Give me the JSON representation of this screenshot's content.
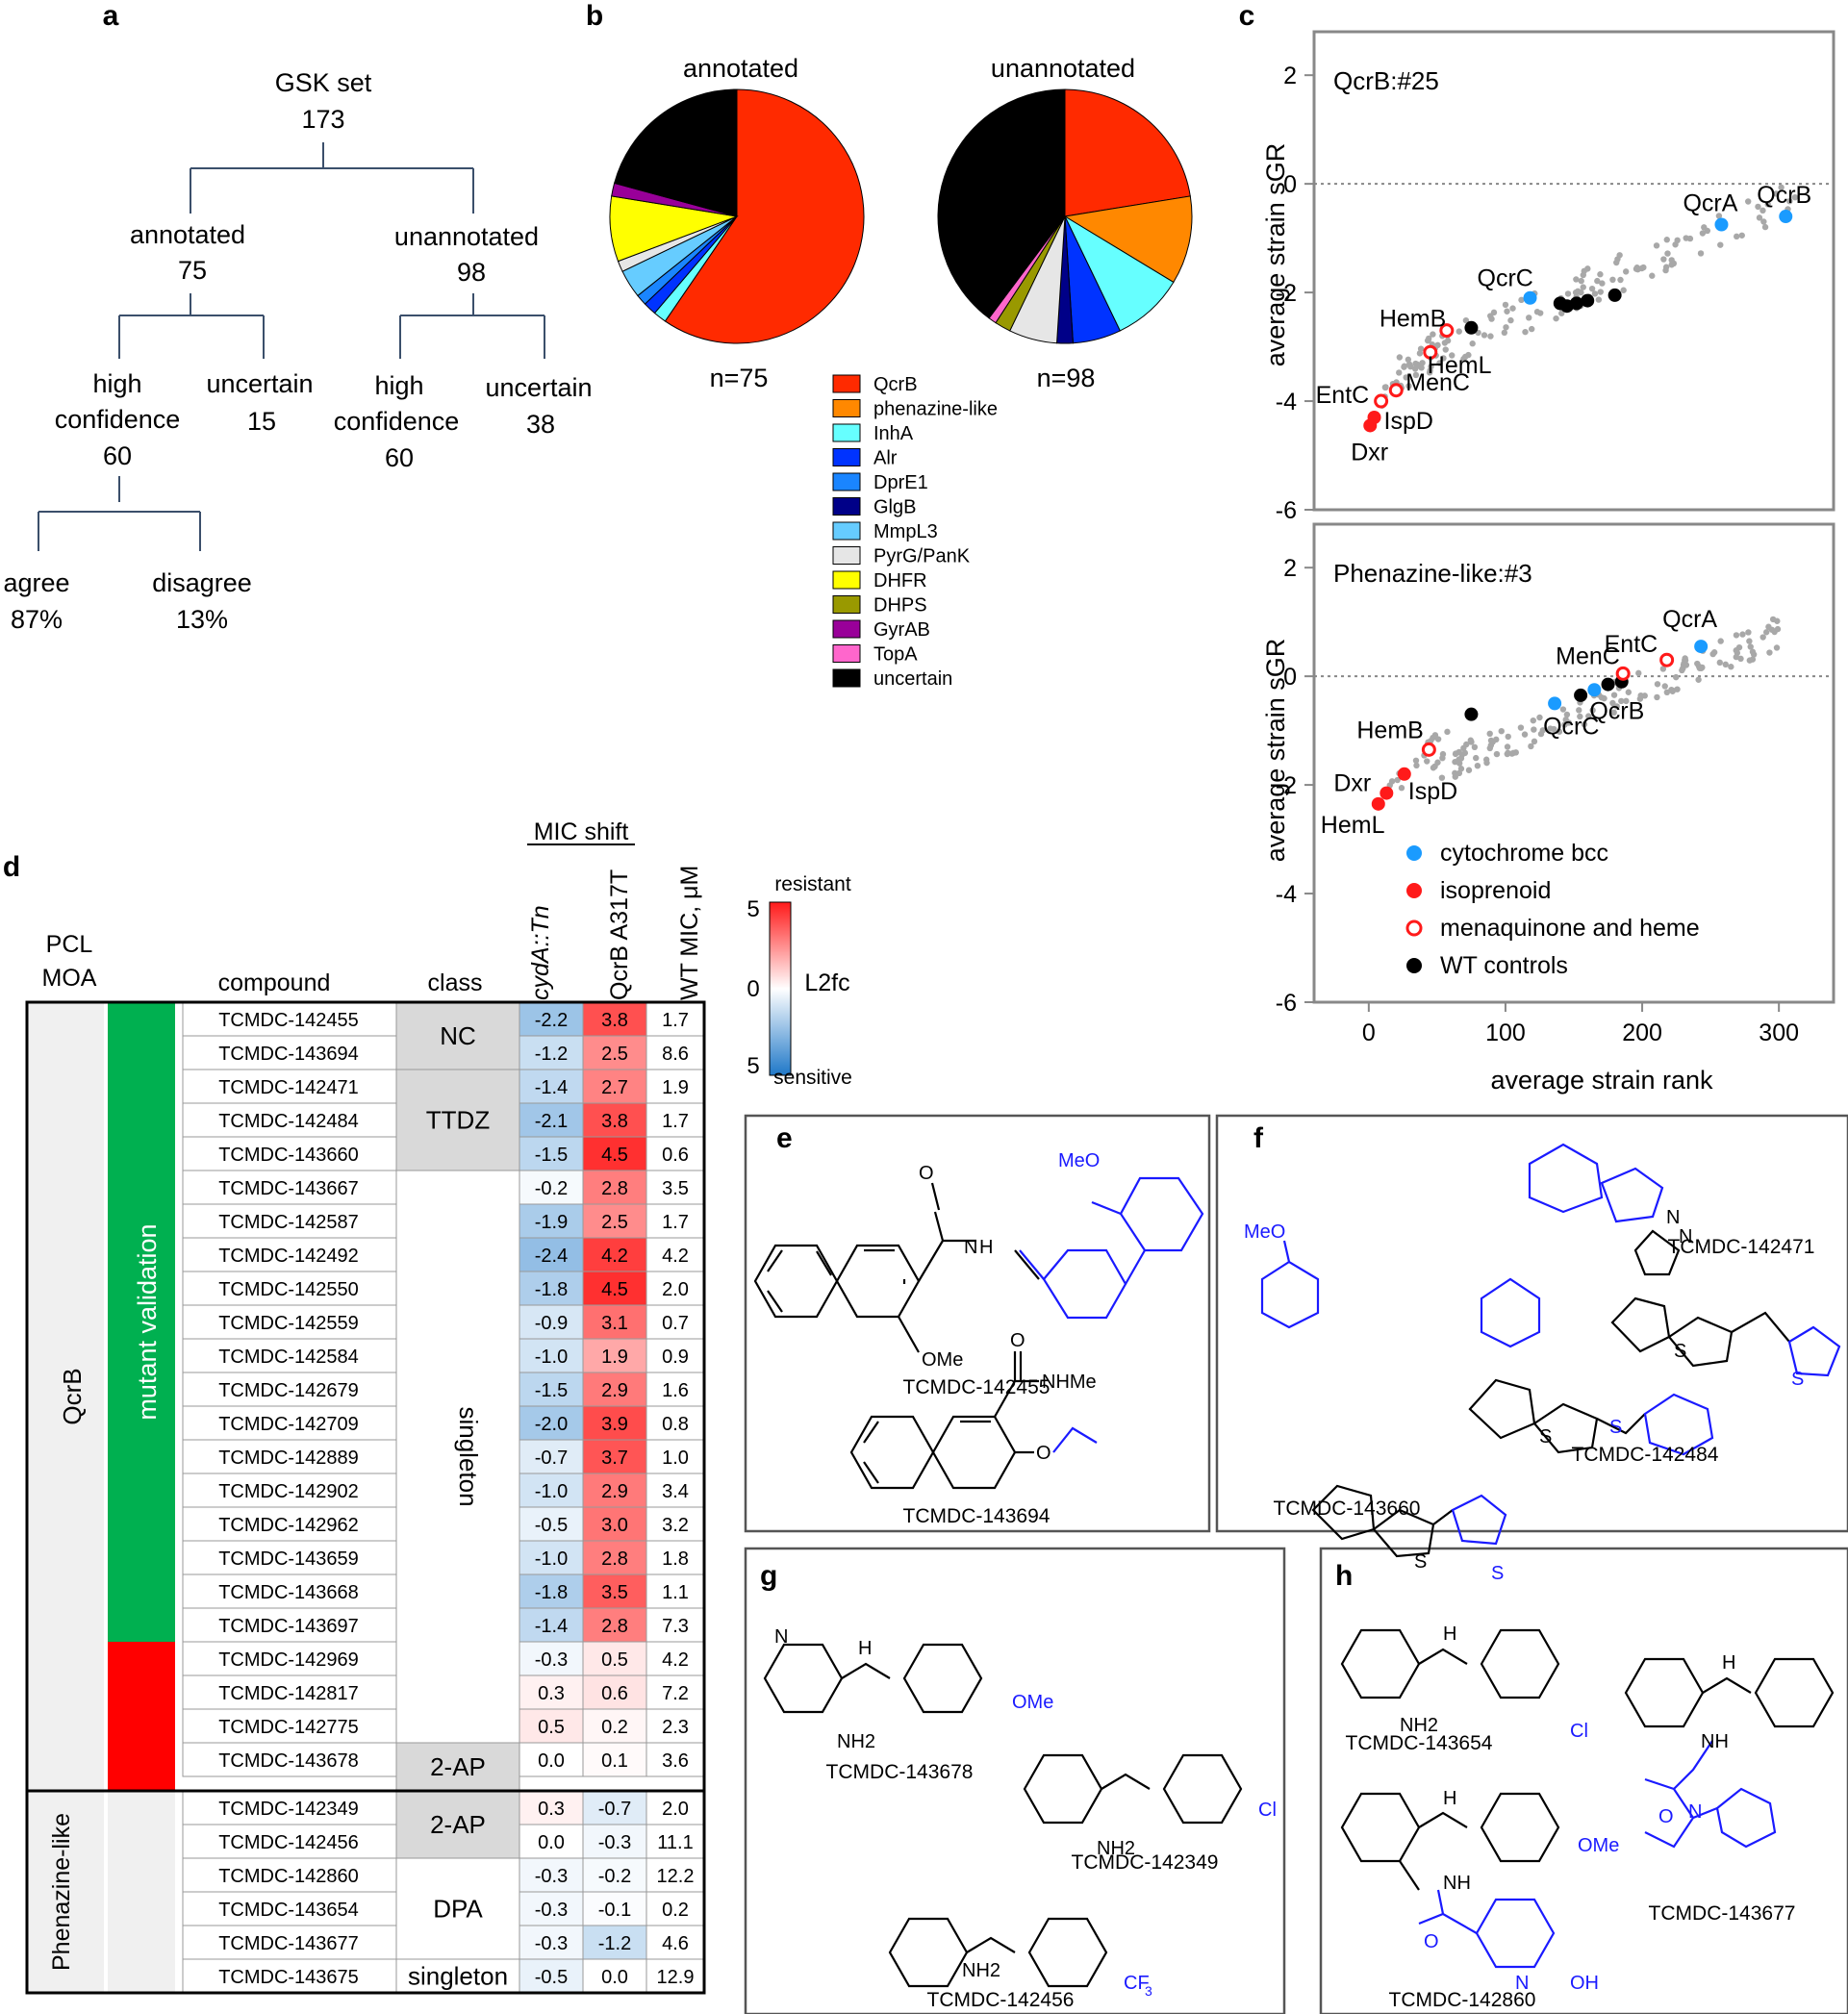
{
  "panel_letters": {
    "a": "a",
    "b": "b",
    "c": "c",
    "d": "d",
    "e": "e",
    "f": "f",
    "g": "g",
    "h": "h"
  },
  "tree": {
    "root": {
      "label": "GSK set",
      "count": "173"
    },
    "annotated": {
      "label": "annotated",
      "count": "75"
    },
    "unannotated": {
      "label": "unannotated",
      "count": "98"
    },
    "ann_high": {
      "l1": "high",
      "l2": "confidence",
      "count": "60"
    },
    "ann_uncertain": {
      "label": "uncertain",
      "count": "15"
    },
    "un_high": {
      "l1": "high",
      "l2": "confidence",
      "count": "60"
    },
    "un_uncertain": {
      "label": "uncertain",
      "count": "38"
    },
    "agree": {
      "label": "agree",
      "value": "87%"
    },
    "disagree": {
      "label": "disagree",
      "value": "13%"
    }
  },
  "pies": {
    "annotated": {
      "title": "annotated",
      "n": "n=75",
      "slices": [
        {
          "name": "QcrB",
          "value": 43,
          "color": "#ff2a00"
        },
        {
          "name": "InhA",
          "value": 1.2,
          "color": "#66ffff"
        },
        {
          "name": "Alr",
          "value": 1.2,
          "color": "#0033ff"
        },
        {
          "name": "DprE1",
          "value": 1.0,
          "color": "#1a85ff"
        },
        {
          "name": "MmpL3",
          "value": 2.6,
          "color": "#66ccff"
        },
        {
          "name": "PyrG/PanK",
          "value": 1.0,
          "color": "#e6e6e6"
        },
        {
          "name": "DHFR",
          "value": 6.0,
          "color": "#ffff00"
        },
        {
          "name": "GyrAB",
          "value": 1.2,
          "color": "#990099"
        },
        {
          "name": "uncertain",
          "value": 15.0,
          "color": "#000000"
        }
      ]
    },
    "unannotated": {
      "title": "unannotated",
      "n": "n=98",
      "slices": [
        {
          "name": "QcrB",
          "value": 22,
          "color": "#ff2a00"
        },
        {
          "name": "phenazine-like",
          "value": 11,
          "color": "#ff8800"
        },
        {
          "name": "InhA",
          "value": 9,
          "color": "#66ffff"
        },
        {
          "name": "Alr",
          "value": 6,
          "color": "#0033ff"
        },
        {
          "name": "GlgB",
          "value": 2,
          "color": "#000088"
        },
        {
          "name": "PyrG/PanK",
          "value": 6,
          "color": "#e6e6e6"
        },
        {
          "name": "DHPS",
          "value": 2,
          "color": "#999900"
        },
        {
          "name": "TopA",
          "value": 1,
          "color": "#ff66cc"
        },
        {
          "name": "uncertain",
          "value": 39,
          "color": "#000000"
        }
      ]
    }
  },
  "legend_b": [
    {
      "name": "QcrB",
      "color": "#ff2a00"
    },
    {
      "name": "phenazine-like",
      "color": "#ff8800"
    },
    {
      "name": "InhA",
      "color": "#66ffff"
    },
    {
      "name": "Alr",
      "color": "#0033ff"
    },
    {
      "name": "DprE1",
      "color": "#1a85ff"
    },
    {
      "name": "GlgB",
      "color": "#000088"
    },
    {
      "name": "MmpL3",
      "color": "#66ccff"
    },
    {
      "name": "PyrG/PanK",
      "color": "#e6e6e6"
    },
    {
      "name": "DHFR",
      "color": "#ffff00"
    },
    {
      "name": "DHPS",
      "color": "#999900"
    },
    {
      "name": "GyrAB",
      "color": "#990099"
    },
    {
      "name": "TopA",
      "color": "#ff66cc"
    },
    {
      "name": "uncertain",
      "color": "#000000"
    }
  ],
  "chart_data": [
    {
      "type": "scatter",
      "title": "QcrB:#25",
      "xlabel": "average strain rank",
      "ylabel": "average strain sGR",
      "xlim": [
        -40,
        340
      ],
      "ylim": [
        -6,
        2.8
      ],
      "xticks": [
        "0",
        "100",
        "200",
        "300"
      ],
      "yticks": [
        "2",
        "0",
        "-2",
        "-4",
        "-6"
      ],
      "reference_line_y": 0,
      "points": [
        {
          "label": "QcrB",
          "x": 305,
          "y": -0.6,
          "group": "cytochrome bcc"
        },
        {
          "label": "QcrA",
          "x": 258,
          "y": -0.75,
          "group": "cytochrome bcc"
        },
        {
          "label": "QcrC",
          "x": 118,
          "y": -2.1,
          "group": "cytochrome bcc"
        },
        {
          "label": "HemB",
          "x": 57,
          "y": -2.7,
          "group": "menaquinone and heme"
        },
        {
          "label": "HemL",
          "x": 45,
          "y": -3.1,
          "group": "menaquinone and heme"
        },
        {
          "label": "MenC",
          "x": 20,
          "y": -3.8,
          "group": "menaquinone and heme"
        },
        {
          "label": "EntC",
          "x": 9,
          "y": -4.0,
          "group": "menaquinone and heme"
        },
        {
          "label": "IspD",
          "x": 4,
          "y": -4.3,
          "group": "isoprenoid"
        },
        {
          "label": "Dxr",
          "x": 1,
          "y": -4.45,
          "group": "isoprenoid"
        }
      ]
    },
    {
      "type": "scatter",
      "title": "Phenazine-like:#3",
      "xlabel": "average strain rank",
      "ylabel": "average strain sGR",
      "xlim": [
        -40,
        340
      ],
      "ylim": [
        -6,
        2.8
      ],
      "xticks": [
        "0",
        "100",
        "200",
        "300"
      ],
      "yticks": [
        "2",
        "0",
        "-2",
        "-4",
        "-6"
      ],
      "reference_line_y": 0,
      "points": [
        {
          "label": "QcrA",
          "x": 243,
          "y": 0.55,
          "group": "cytochrome bcc"
        },
        {
          "label": "QcrB",
          "x": 165,
          "y": -0.25,
          "group": "cytochrome bcc"
        },
        {
          "label": "QcrC",
          "x": 136,
          "y": -0.5,
          "group": "cytochrome bcc"
        },
        {
          "label": "EntC",
          "x": 218,
          "y": 0.3,
          "group": "menaquinone and heme"
        },
        {
          "label": "MenC",
          "x": 186,
          "y": 0.05,
          "group": "menaquinone and heme"
        },
        {
          "label": "HemB",
          "x": 44,
          "y": -1.35,
          "group": "menaquinone and heme"
        },
        {
          "label": "IspD",
          "x": 26,
          "y": -1.8,
          "group": "isoprenoid"
        },
        {
          "label": "Dxr",
          "x": 13,
          "y": -2.15,
          "group": "isoprenoid"
        },
        {
          "label": "HemL",
          "x": 7,
          "y": -2.35,
          "group": "isoprenoid"
        }
      ]
    }
  ],
  "scatter_legend": [
    {
      "label": "cytochrome bcc",
      "style": "blue"
    },
    {
      "label": "isoprenoid",
      "style": "red"
    },
    {
      "label": "menaquinone and heme",
      "style": "ring"
    },
    {
      "label": "WT controls",
      "style": "black"
    }
  ],
  "table": {
    "header_pcl": "PCL",
    "header_moa": "MOA",
    "header_compound": "compound",
    "header_class": "class",
    "mic_shift": "MIC shift",
    "col_cyd": "cydA::Tn",
    "col_qcrb": "QcrB A317T",
    "col_wt": "WT MIC, μM",
    "group_qcrb": "QcrB",
    "group_phen": "Phenazine-like",
    "mutant_validation": "mutant validation",
    "rows": [
      [
        "TCMDC-142455",
        "-2.2",
        "3.8",
        "1.7"
      ],
      [
        "TCMDC-143694",
        "-1.2",
        "2.5",
        "8.6"
      ],
      [
        "TCMDC-142471",
        "-1.4",
        "2.7",
        "1.9"
      ],
      [
        "TCMDC-142484",
        "-2.1",
        "3.8",
        "1.7"
      ],
      [
        "TCMDC-143660",
        "-1.5",
        "4.5",
        "0.6"
      ],
      [
        "TCMDC-143667",
        "-0.2",
        "2.8",
        "3.5"
      ],
      [
        "TCMDC-142587",
        "-1.9",
        "2.5",
        "1.7"
      ],
      [
        "TCMDC-142492",
        "-2.4",
        "4.2",
        "4.2"
      ],
      [
        "TCMDC-142550",
        "-1.8",
        "4.5",
        "2.0"
      ],
      [
        "TCMDC-142559",
        "-0.9",
        "3.1",
        "0.7"
      ],
      [
        "TCMDC-142584",
        "-1.0",
        "1.9",
        "0.9"
      ],
      [
        "TCMDC-142679",
        "-1.5",
        "2.9",
        "1.6"
      ],
      [
        "TCMDC-142709",
        "-2.0",
        "3.9",
        "0.8"
      ],
      [
        "TCMDC-142889",
        "-0.7",
        "3.7",
        "1.0"
      ],
      [
        "TCMDC-142902",
        "-1.0",
        "2.9",
        "3.4"
      ],
      [
        "TCMDC-142962",
        "-0.5",
        "3.0",
        "3.2"
      ],
      [
        "TCMDC-143659",
        "-1.0",
        "2.8",
        "1.8"
      ],
      [
        "TCMDC-143668",
        "-1.8",
        "3.5",
        "1.1"
      ],
      [
        "TCMDC-143697",
        "-1.4",
        "2.8",
        "7.3"
      ],
      [
        "TCMDC-142969",
        "-0.3",
        "0.5",
        "4.2"
      ],
      [
        "TCMDC-142817",
        "0.3",
        "0.6",
        "7.2"
      ],
      [
        "TCMDC-142775",
        "0.5",
        "0.2",
        "2.3"
      ],
      [
        "TCMDC-143678",
        "0.0",
        "0.1",
        "3.6"
      ],
      [
        "TCMDC-142349",
        "0.3",
        "-0.7",
        "2.0"
      ],
      [
        "TCMDC-142456",
        "0.0",
        "-0.3",
        "11.1"
      ],
      [
        "TCMDC-142860",
        "-0.3",
        "-0.2",
        "12.2"
      ],
      [
        "TCMDC-143654",
        "-0.3",
        "-0.1",
        "0.2"
      ],
      [
        "TCMDC-143677",
        "-0.3",
        "-1.2",
        "4.6"
      ],
      [
        "TCMDC-143675",
        "-0.5",
        "0.0",
        "12.9"
      ]
    ],
    "classes": [
      {
        "label": "NC",
        "from": 0,
        "to": 1,
        "gray": true
      },
      {
        "label": "TTDZ",
        "from": 2,
        "to": 4,
        "gray": true
      },
      {
        "label": "singleton",
        "from": 5,
        "to": 21,
        "gray": false
      },
      {
        "label": "2-AP",
        "from": 22,
        "to": 22,
        "gray": true
      },
      {
        "label": "2-AP",
        "from": 23,
        "to": 24,
        "gray": true
      },
      {
        "label": "DPA",
        "from": 25,
        "to": 27,
        "gray": false
      },
      {
        "label": "singleton",
        "from": 28,
        "to": 28,
        "gray": false
      }
    ]
  },
  "colorbar": {
    "top_label": "resistant",
    "bottom_label": "sensitive",
    "title": "L2fc",
    "t5": "5",
    "t0": "0",
    "b5": "5"
  },
  "structures": {
    "e1": "TCMDC-142455",
    "e2": "TCMDC-143694",
    "f1": "TCMDC-142471",
    "f2": "TCMDC-142484",
    "f3": "TCMDC-143660",
    "g1": "TCMDC-143678",
    "g2": "TCMDC-142349",
    "g3": "TCMDC-142456",
    "h1": "TCMDC-143654",
    "h2": "TCMDC-143677",
    "h3": "TCMDC-142860",
    "atoms": {
      "MeO": "MeO",
      "OMe": "OMe",
      "O": "O",
      "H": "H",
      "N": "N",
      "NH": "NH",
      "S": "S",
      "Cl": "Cl",
      "NHMe": "NHMe",
      "NH2": "NH2",
      "CF": "CF",
      "sub3": "3",
      "OH": "OH",
      "N1H": "N",
      "HN": "H"
    }
  }
}
